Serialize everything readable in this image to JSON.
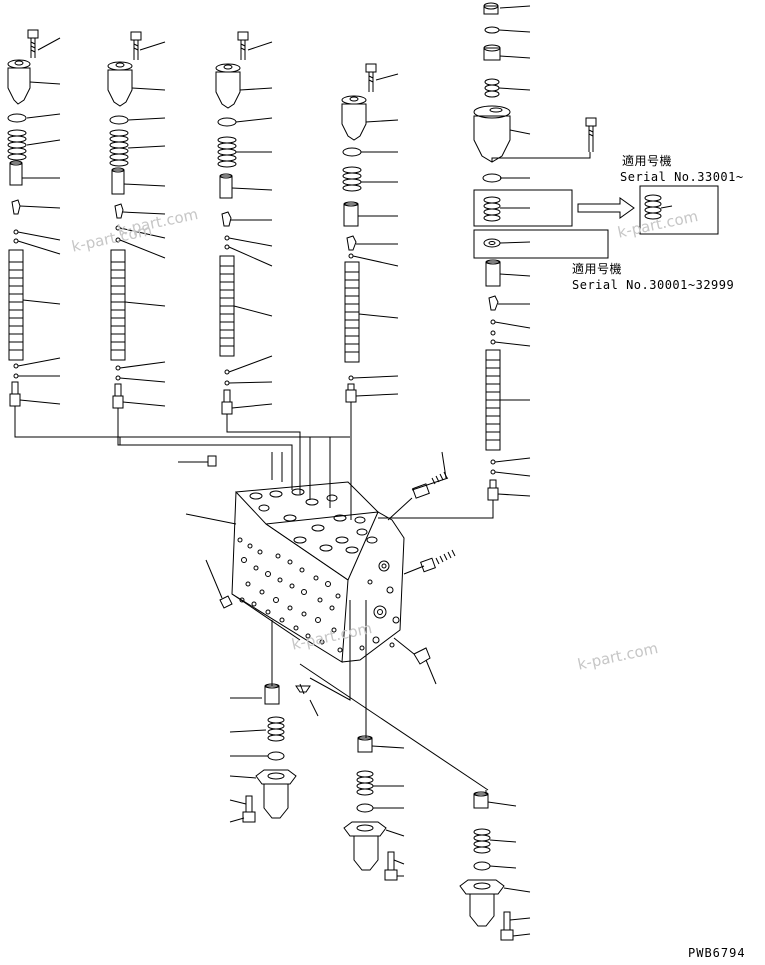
{
  "notes": {
    "upper_title": "適用号機",
    "upper_serial": "Serial No.33001~",
    "lower_title": "適用号機",
    "lower_serial": "Serial No.30001~32999"
  },
  "watermark": "k-part.com",
  "figure_code": "PWB6794",
  "colors": {
    "line": "#000000",
    "background": "#ffffff",
    "watermark": "#c6c6c6"
  }
}
